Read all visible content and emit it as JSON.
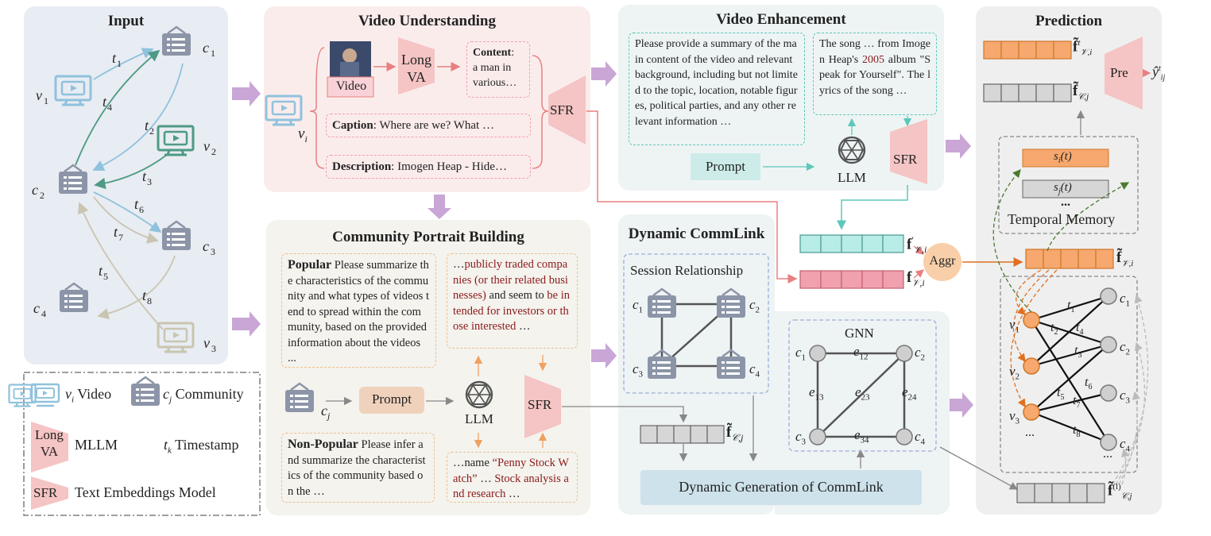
{
  "colors": {
    "input_bg": "#e8ecf3",
    "understanding_bg": "#fbecec",
    "enhancement_bg": "#eef4f4",
    "portrait_bg": "#f4f3ee",
    "commlink_bg": "#eef3f4",
    "prediction_bg": "#efefef",
    "purple_arrow": "#c9a6d6",
    "community_icon": "#8c95a8",
    "video_icon": "#8fc2dc",
    "orange": "#f6a86e",
    "teal": "#8ee0d8",
    "pink": "#f0a0ae"
  },
  "input": {
    "title": "Input",
    "communities": [
      "c1",
      "c2",
      "c3",
      "c4"
    ],
    "videos": [
      "v1",
      "v2",
      "v3"
    ],
    "edge_labels": [
      "t1",
      "t2",
      "t3",
      "t4",
      "t5",
      "t6",
      "t7",
      "t8"
    ]
  },
  "legend": {
    "video": "Video",
    "video_sym": "v",
    "video_sub": "i",
    "community": "Community",
    "community_sym": "c",
    "community_sub": "j",
    "mllm_icon": "Long VA",
    "mllm": "MLLM",
    "timestamp_sym": "t",
    "timestamp_sub": "k",
    "timestamp": "Timestamp",
    "sfr_icon": "SFR",
    "text_model": "Text Embeddings Model"
  },
  "understanding": {
    "title": "Video Understanding",
    "video_label": "Video",
    "longva": "Long VA",
    "content_key": "Content",
    "content_val": "a man in various…",
    "caption_key": "Caption",
    "caption_val": ": Where are we? What …",
    "description_key": "Description",
    "description_val": ": Imogen Heap - Hide…",
    "sfr": "SFR",
    "vi": "v"
  },
  "enhancement": {
    "title": "Video Enhancement",
    "prompt_text": "Please provide a summary of the main content of the video and relevant background, including but not limited to the topic, location, notable figures, political parties, and any other relevant information …",
    "song_pre": "The song … from Imogen Heap's ",
    "song_year": "2005",
    "song_mid": " album \"Speak for Yourself\". The lyrics of the song …",
    "prompt_btn": "Prompt",
    "llm": "LLM",
    "sfr": "SFR"
  },
  "portrait": {
    "title": "Community Portrait Building",
    "popular_key": "Popular",
    "popular_text": " Please summarize the characteristics of the community and what types of videos tend to spread within the community, based on the provided information about the videos ...",
    "popular_resp_pre": "…",
    "popular_resp": "publicly traded companies (or their related businesses)",
    "popular_resp_mid": " and seem to ",
    "popular_resp2": "be intended for investors or those interested",
    "popular_resp_end": " …",
    "nonpop_key": "Non-Popular",
    "nonpop_text": " Please infer and summarize the characteristics of the community based on the …",
    "nonpop_resp_pre": "…name ",
    "nonpop_resp1": "“Penny Stock Watch”",
    "nonpop_resp_mid": " … ",
    "nonpop_resp2": "Stock analysis and research",
    "nonpop_resp_end": " …",
    "prompt_btn": "Prompt",
    "llm": "LLM",
    "sfr": "SFR",
    "cj": "c"
  },
  "commlink": {
    "title": "Dynamic CommLink",
    "session": "Session Relationship",
    "gnn": "GNN",
    "dyn_gen": "Dynamic Generation of CommLink",
    "nodes": [
      "c1",
      "c2",
      "c3",
      "c4"
    ],
    "edges": [
      "e12",
      "e13",
      "e23",
      "e24",
      "e34"
    ]
  },
  "fusion": {
    "aggr": "Aggr"
  },
  "prediction": {
    "title": "Prediction",
    "pre": "Pre",
    "memory": "Temporal Memory",
    "si": "s",
    "sj": "s",
    "dots": "...",
    "videos": [
      "v1",
      "v2",
      "v3"
    ],
    "communities": [
      "c1",
      "c2",
      "c3",
      "c4"
    ],
    "edges": [
      "t1",
      "t2",
      "t3",
      "t4",
      "t5",
      "t6",
      "t7",
      "t8"
    ],
    "more": "..."
  }
}
